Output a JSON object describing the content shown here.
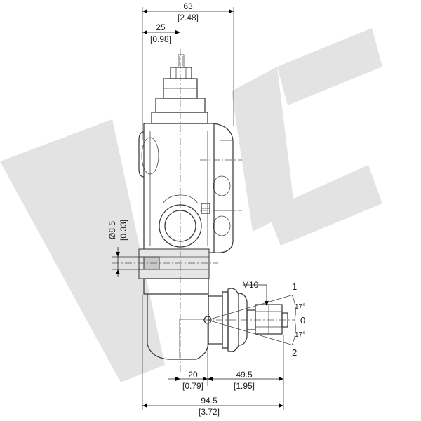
{
  "watermark": {
    "color": "#e3e3e3"
  },
  "dimensions": {
    "overall_width": {
      "mm": "63",
      "inch": "[2.48]"
    },
    "offset_left": {
      "mm": "25",
      "inch": "[0.98]"
    },
    "hole_diameter": {
      "mm": "Ø8.5",
      "inch": "[0.33]"
    },
    "lever_offset": {
      "mm": "20",
      "inch": "[0.79]"
    },
    "lever_length": {
      "mm": "49.5",
      "inch": "[1.95]"
    },
    "total_length": {
      "mm": "94.5",
      "inch": "[3.72]"
    }
  },
  "thread_label": "M10",
  "positions": {
    "up": "1",
    "neutral": "0",
    "down": "2"
  },
  "angles": {
    "upper": "17°",
    "lower": "17°"
  }
}
